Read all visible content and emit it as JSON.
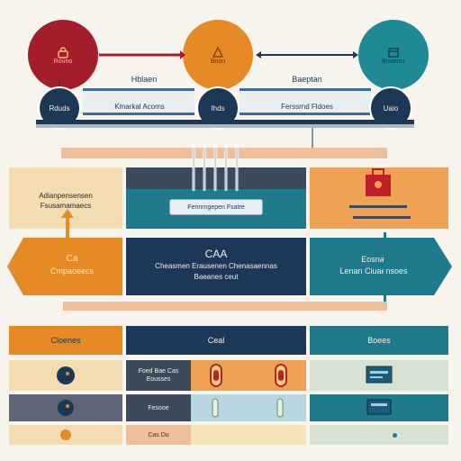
{
  "top": {
    "nodes": [
      {
        "label": "Rouno",
        "icon": "lock-icon",
        "color": "#a31d2b"
      },
      {
        "label": "Bnon",
        "icon": "triangle-icon",
        "color": "#e58a24"
      },
      {
        "label": "Bnoetos",
        "icon": "box-icon",
        "color": "#1f8a96"
      }
    ],
    "sub_nodes": [
      {
        "label": "Rduds"
      },
      {
        "label": "Ihds"
      },
      {
        "label": "Uaio"
      }
    ],
    "connector_labels": [
      "Hblaen",
      "Baeptan"
    ],
    "band_labels": [
      "Kmarkal Acoms",
      "Ferssrnd Fldoes"
    ]
  },
  "middle": {
    "left_box_label": "Adianpensensen Fsusamamaecs",
    "center_tab_label": "Fennrngepen Fsatre",
    "center_main": {
      "line1": "CAA",
      "line2": "Cheasmen Erausenen Chenasaennas",
      "line3": "Baeanes ceut"
    },
    "left_arrow": {
      "line1": "Ca",
      "line2": "Cmpaoeecs"
    },
    "right_arrow": {
      "line1": "Eosnal",
      "line2": "Lenan Ciuaensoes"
    }
  },
  "table": {
    "headers": [
      "Cloenes",
      "Ceal",
      "Boees"
    ],
    "rows": [
      {
        "col2": "Foed Bae Cas\nEousses"
      },
      {
        "col2": "Fesooe"
      },
      {
        "col2": "Cas Du"
      }
    ]
  },
  "colors": {
    "red": "#a31d2b",
    "orange": "#e58a24",
    "teal": "#1f8a96",
    "navy": "#1d3757",
    "cream": "#f3ddb0"
  }
}
